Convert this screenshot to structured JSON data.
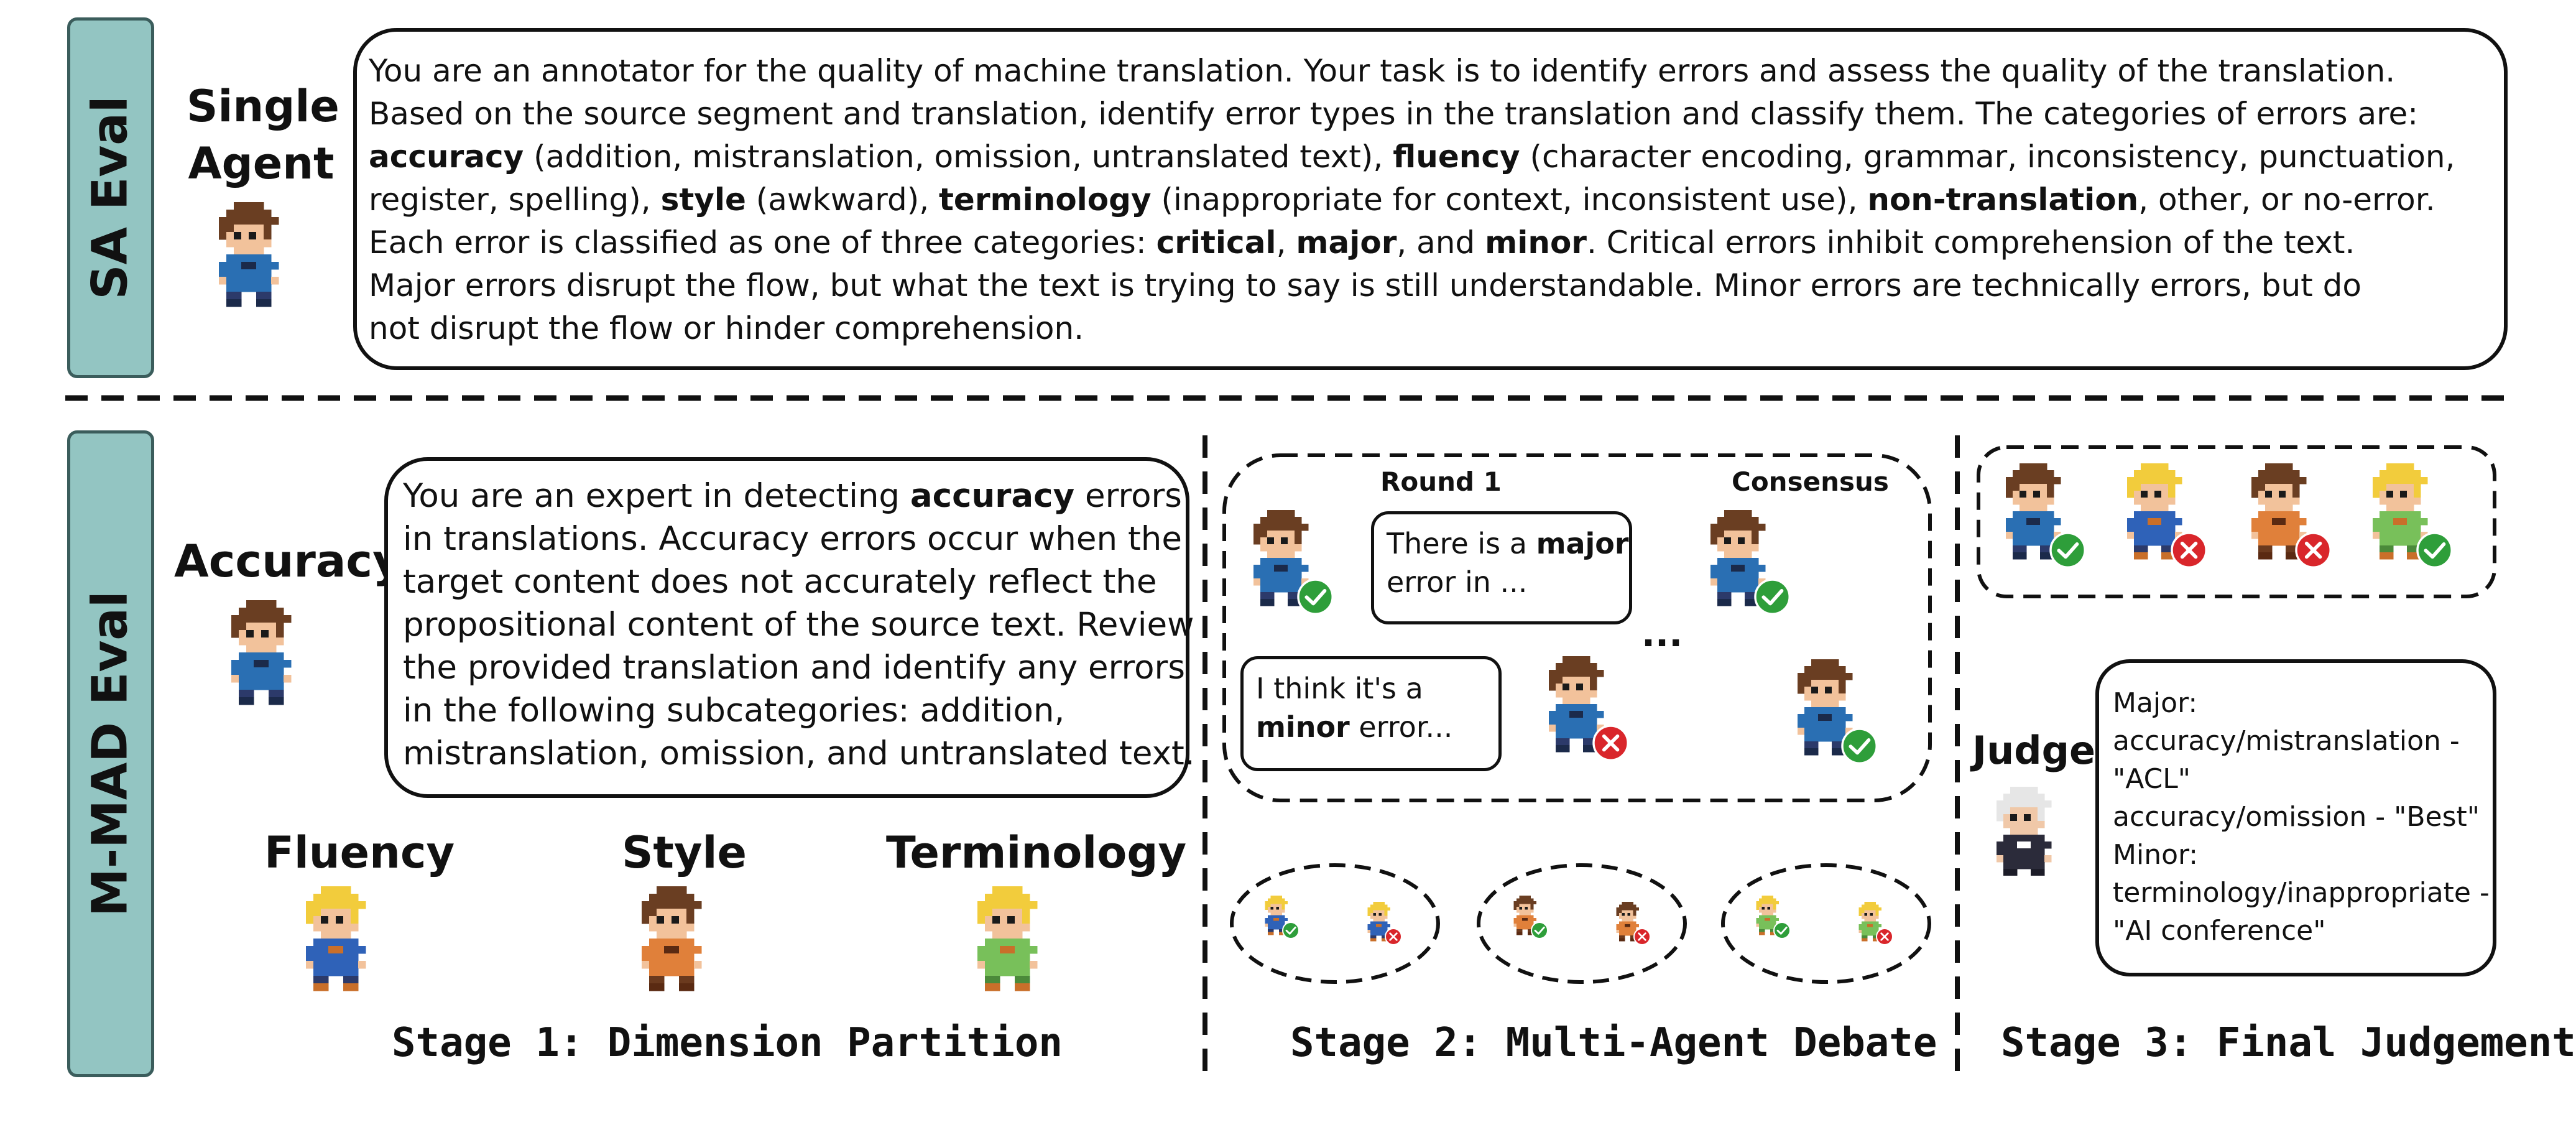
{
  "sa_panel": {
    "sidebar_label": "SA Eval",
    "agent_label_line1": "Single",
    "agent_label_line2": "Agent",
    "prompt_lines": [
      [
        {
          "t": "You are an annotator for the quality of machine translation. Your task is to identify errors and assess the quality of the translation.",
          "b": false
        }
      ],
      [
        {
          "t": "Based on the source segment and translation, identify error types in the translation and classify them. The categories of errors are:",
          "b": false
        }
      ],
      [
        {
          "t": "accuracy",
          "b": true
        },
        {
          "t": " (addition, mistranslation, omission, untranslated text), ",
          "b": false
        },
        {
          "t": "fluency",
          "b": true
        },
        {
          "t": " (character encoding, grammar, inconsistency, punctuation,",
          "b": false
        }
      ],
      [
        {
          "t": "register, spelling), ",
          "b": false
        },
        {
          "t": "style",
          "b": true
        },
        {
          "t": " (awkward), ",
          "b": false
        },
        {
          "t": "terminology",
          "b": true
        },
        {
          "t": " (inappropriate for context, inconsistent use), ",
          "b": false
        },
        {
          "t": "non-translation",
          "b": true
        },
        {
          "t": ", other, or no-error.",
          "b": false
        }
      ],
      [
        {
          "t": "Each error is classified as one of three categories: ",
          "b": false
        },
        {
          "t": "critical",
          "b": true
        },
        {
          "t": ", ",
          "b": false
        },
        {
          "t": "major",
          "b": true
        },
        {
          "t": ", and ",
          "b": false
        },
        {
          "t": "minor",
          "b": true
        },
        {
          "t": ". Critical errors inhibit comprehension of the text.",
          "b": false
        }
      ],
      [
        {
          "t": "Major errors disrupt the flow, but what the text is trying to say is still understandable. Minor errors are technically errors, but do",
          "b": false
        }
      ],
      [
        {
          "t": "not disrupt the flow or hinder comprehension.",
          "b": false
        }
      ]
    ]
  },
  "mmad_panel": {
    "sidebar_label": "M-MAD Eval",
    "accuracy_label": "Accuracy",
    "accuracy_prompt_lines": [
      [
        {
          "t": "You are an expert in detecting ",
          "b": false
        },
        {
          "t": "accuracy",
          "b": true
        },
        {
          "t": " errors",
          "b": false
        }
      ],
      [
        {
          "t": "in translations. Accuracy errors occur when the",
          "b": false
        }
      ],
      [
        {
          "t": "target content does not accurately reflect the",
          "b": false
        }
      ],
      [
        {
          "t": "propositional content of the source text. Review",
          "b": false
        }
      ],
      [
        {
          "t": "the provided translation and identify any errors",
          "b": false
        }
      ],
      [
        {
          "t": "in the following subcategories: addition,",
          "b": false
        }
      ],
      [
        {
          "t": "mistranslation, omission, and untranslated text.",
          "b": false
        }
      ]
    ],
    "fluency_label": "Fluency",
    "style_label": "Style",
    "terminology_label": "Terminology",
    "stage1_title": "Stage 1: Dimension Partition",
    "stage2": {
      "round_label": "Round 1",
      "consensus_label": "Consensus",
      "bubble1_lines": [
        [
          {
            "t": "There is a ",
            "b": false
          },
          {
            "t": "major",
            "b": true
          }
        ],
        [
          {
            "t": "error in ...",
            "b": false
          }
        ]
      ],
      "bubble2_lines": [
        [
          {
            "t": "I think it's a",
            "b": false
          }
        ],
        [
          {
            "t": "minor",
            "b": true
          },
          {
            "t": " error...",
            "b": false
          }
        ]
      ],
      "ellipsis": "...",
      "title": "Stage 2: Multi-Agent Debate"
    },
    "stage3": {
      "judge_label": "Judge",
      "verdict_lines": [
        "Major:",
        "accuracy/mistranslation -",
        "\"ACL\"",
        "accuracy/omission - \"Best\"",
        "Minor:",
        "terminology/inappropriate -",
        "\"AI conference\""
      ],
      "title": "Stage 3: Final Judgement"
    }
  },
  "colors": {
    "sidebar_fill": "#93c5c2",
    "sidebar_border": "#3b5d5c",
    "check_green": "#2e9e3a",
    "cross_red": "#d9262b",
    "shirt_blue": "#2a6fb3",
    "shirt_orange": "#e0803a",
    "dress_green": "#78c05a",
    "hair_brown": "#6a3e22",
    "hair_blonde": "#f2cc3c"
  },
  "icons": [
    "pixel-agent-icon",
    "check-icon",
    "cross-icon"
  ]
}
